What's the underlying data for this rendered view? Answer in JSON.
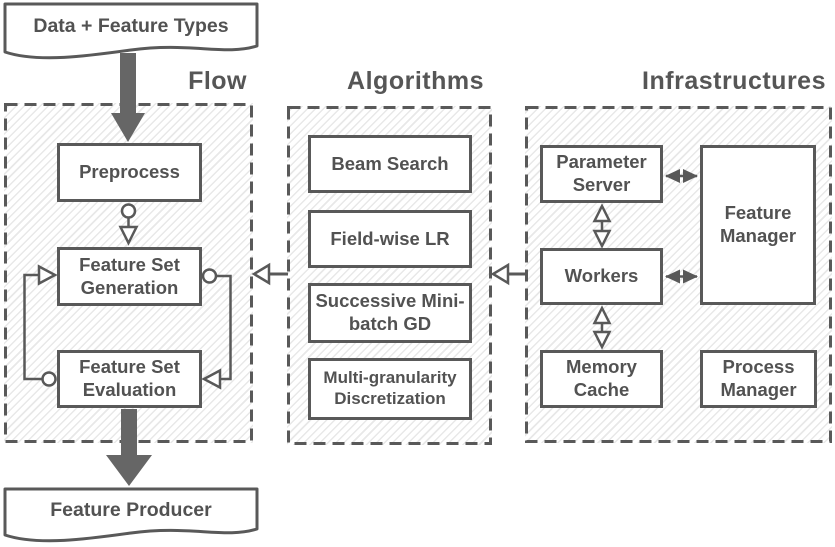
{
  "io": {
    "input_label": "Data + Feature Types",
    "output_label": "Feature Producer"
  },
  "flow": {
    "title": "Flow",
    "boxes": {
      "preprocess": "Preprocess",
      "generation": "Feature Set Generation",
      "evaluation": "Feature Set Evaluation"
    }
  },
  "algorithms": {
    "title": "Algorithms",
    "boxes": {
      "beam_search": "Beam Search",
      "field_wise_lr": "Field-wise LR",
      "mini_batch_gd": "Successive Mini-batch GD",
      "discretization": "Multi-granularity Discretization"
    }
  },
  "infrastructures": {
    "title": "Infrastructures",
    "boxes": {
      "parameter_server": "Parameter Server",
      "feature_manager": "Feature Manager",
      "workers": "Workers",
      "memory_cache": "Memory Cache",
      "process_manager": "Process Manager"
    }
  },
  "colors": {
    "line": "#595959",
    "text": "#525252",
    "thick_arrow": "#666666",
    "hatch_line": "#e8e8e8",
    "background": "#ffffff"
  }
}
